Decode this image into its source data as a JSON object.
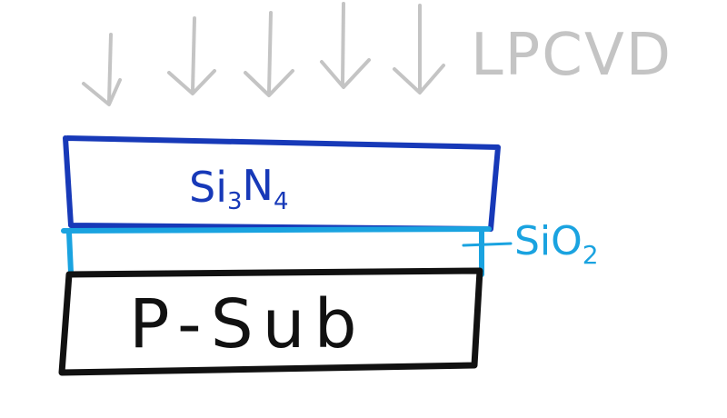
{
  "diagram": {
    "process_label": "LPCVD",
    "arrow_count": 5,
    "layers": {
      "top": {
        "label": "Si",
        "sub1": "3",
        "mid": "N",
        "sub2": "4"
      },
      "middle": {
        "label": "SiO",
        "sub": "2"
      },
      "bottom": {
        "label": "P-Sub"
      }
    },
    "colors": {
      "arrows": "#c4c4c4",
      "nitride": "#1739b8",
      "oxide": "#1aa3e0",
      "substrate": "#111111",
      "process_label": "#c4c4c4"
    }
  }
}
